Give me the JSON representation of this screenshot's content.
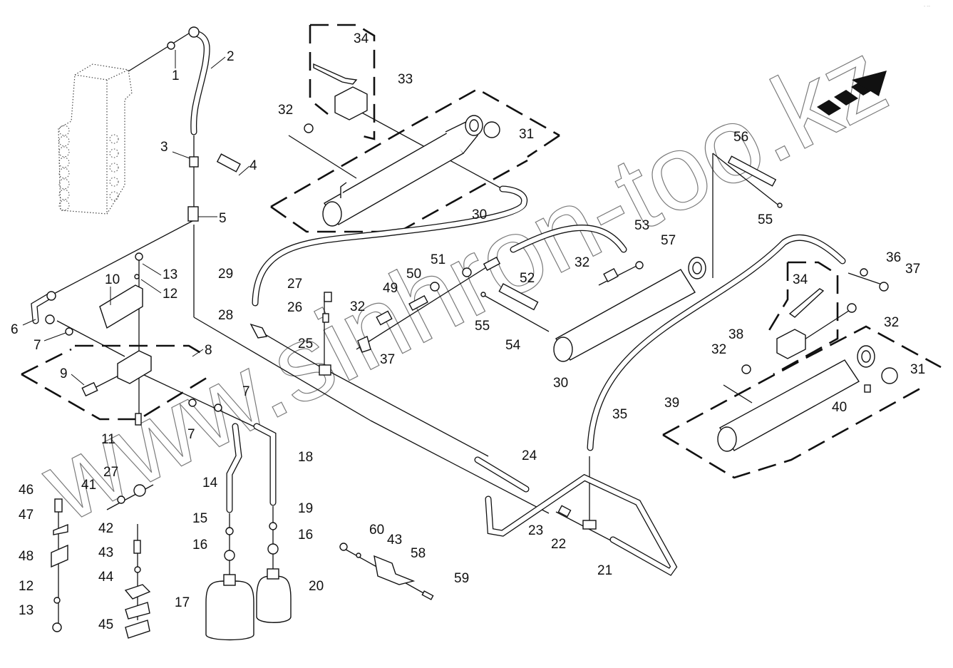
{
  "diagram": {
    "type": "exploded-parts-diagram",
    "subject": "Hydraulic lines, accumulators and cylinders",
    "watermark": "www.sinhron-too.kz",
    "corner_mark": "- --",
    "direction_arrow": "front-direction-arrow",
    "callouts": [
      {
        "id": "c1",
        "label": "1",
        "part": "fitting"
      },
      {
        "id": "c2",
        "label": "2",
        "part": "hose"
      },
      {
        "id": "c3",
        "label": "3",
        "part": "tee-fitting"
      },
      {
        "id": "c4",
        "label": "4",
        "part": "pressure-switch"
      },
      {
        "id": "c5",
        "label": "5",
        "part": "tee-fitting"
      },
      {
        "id": "c6",
        "label": "6",
        "part": "pipe"
      },
      {
        "id": "c7a",
        "label": "7",
        "part": "adapter"
      },
      {
        "id": "c7b",
        "label": "7",
        "part": "adapter"
      },
      {
        "id": "c7c",
        "label": "7",
        "part": "adapter"
      },
      {
        "id": "c8",
        "label": "8",
        "part": "valve-block-assembly"
      },
      {
        "id": "c9",
        "label": "9",
        "part": "plug"
      },
      {
        "id": "c10",
        "label": "10",
        "part": "bracket"
      },
      {
        "id": "c11",
        "label": "11",
        "part": "bolt"
      },
      {
        "id": "c12a",
        "label": "12",
        "part": "washer"
      },
      {
        "id": "c12b",
        "label": "12",
        "part": "washer"
      },
      {
        "id": "c13a",
        "label": "13",
        "part": "nut"
      },
      {
        "id": "c13b",
        "label": "13",
        "part": "nut"
      },
      {
        "id": "c14",
        "label": "14",
        "part": "pipe"
      },
      {
        "id": "c15",
        "label": "15",
        "part": "adapter"
      },
      {
        "id": "c16a",
        "label": "16",
        "part": "nut"
      },
      {
        "id": "c16b",
        "label": "16",
        "part": "nut"
      },
      {
        "id": "c17",
        "label": "17",
        "part": "accumulator"
      },
      {
        "id": "c18",
        "label": "18",
        "part": "pipe"
      },
      {
        "id": "c19",
        "label": "19",
        "part": "adapter"
      },
      {
        "id": "c20",
        "label": "20",
        "part": "accumulator"
      },
      {
        "id": "c21",
        "label": "21",
        "part": "pipe"
      },
      {
        "id": "c22",
        "label": "22",
        "part": "tee-fitting"
      },
      {
        "id": "c23",
        "label": "23",
        "part": "adapter"
      },
      {
        "id": "c24",
        "label": "24",
        "part": "pipe"
      },
      {
        "id": "c25",
        "label": "25",
        "part": "tee-fitting"
      },
      {
        "id": "c26",
        "label": "26",
        "part": "sleeve"
      },
      {
        "id": "c27a",
        "label": "27",
        "part": "nut"
      },
      {
        "id": "c27b",
        "label": "27",
        "part": "nut"
      },
      {
        "id": "c28",
        "label": "28",
        "part": "elbow"
      },
      {
        "id": "c29",
        "label": "29",
        "part": "hose"
      },
      {
        "id": "c30a",
        "label": "30",
        "part": "cylinder"
      },
      {
        "id": "c30b",
        "label": "30",
        "part": "cylinder"
      },
      {
        "id": "c31a",
        "label": "31",
        "part": "bushing"
      },
      {
        "id": "c31b",
        "label": "31",
        "part": "bushing"
      },
      {
        "id": "c32a",
        "label": "32",
        "part": "fitting"
      },
      {
        "id": "c32b",
        "label": "32",
        "part": "fitting"
      },
      {
        "id": "c32c",
        "label": "32",
        "part": "fitting"
      },
      {
        "id": "c32d",
        "label": "32",
        "part": "fitting"
      },
      {
        "id": "c32e",
        "label": "32",
        "part": "fitting"
      },
      {
        "id": "c33",
        "label": "33",
        "part": "ball-valve-assembly"
      },
      {
        "id": "c34a",
        "label": "34",
        "part": "lever"
      },
      {
        "id": "c34b",
        "label": "34",
        "part": "lever"
      },
      {
        "id": "c35",
        "label": "35",
        "part": "hose"
      },
      {
        "id": "c36",
        "label": "36",
        "part": "adapter"
      },
      {
        "id": "c37a",
        "label": "37",
        "part": "elbow"
      },
      {
        "id": "c37b",
        "label": "37",
        "part": "elbow"
      },
      {
        "id": "c38",
        "label": "38",
        "part": "ball-valve-assembly"
      },
      {
        "id": "c39",
        "label": "39",
        "part": "cylinder-assembly"
      },
      {
        "id": "c40",
        "label": "40",
        "part": "grease-nipple"
      },
      {
        "id": "c41",
        "label": "41",
        "part": "sleeve"
      },
      {
        "id": "c42",
        "label": "42",
        "part": "bolt"
      },
      {
        "id": "c43a",
        "label": "43",
        "part": "washer"
      },
      {
        "id": "c43b",
        "label": "43",
        "part": "washer"
      },
      {
        "id": "c44",
        "label": "44",
        "part": "cover-plate"
      },
      {
        "id": "c45",
        "label": "45",
        "part": "clamp"
      },
      {
        "id": "c46",
        "label": "46",
        "part": "bolt"
      },
      {
        "id": "c47",
        "label": "47",
        "part": "plate"
      },
      {
        "id": "c48",
        "label": "48",
        "part": "clamp"
      },
      {
        "id": "c49",
        "label": "49",
        "part": "check-valve"
      },
      {
        "id": "c50",
        "label": "50",
        "part": "clip"
      },
      {
        "id": "c51",
        "label": "51",
        "part": "clip"
      },
      {
        "id": "c52",
        "label": "52",
        "part": "adapter"
      },
      {
        "id": "c53",
        "label": "53",
        "part": "hose"
      },
      {
        "id": "c54",
        "label": "54",
        "part": "pin"
      },
      {
        "id": "c55a",
        "label": "55",
        "part": "grease-nipple"
      },
      {
        "id": "c55b",
        "label": "55",
        "part": "grease-nipple"
      },
      {
        "id": "c56",
        "label": "56",
        "part": "pin"
      },
      {
        "id": "c57",
        "label": "57",
        "part": "elbow"
      },
      {
        "id": "c58",
        "label": "58",
        "part": "bracket"
      },
      {
        "id": "c59",
        "label": "59",
        "part": "screw"
      },
      {
        "id": "c60",
        "label": "60",
        "part": "nut"
      }
    ]
  }
}
